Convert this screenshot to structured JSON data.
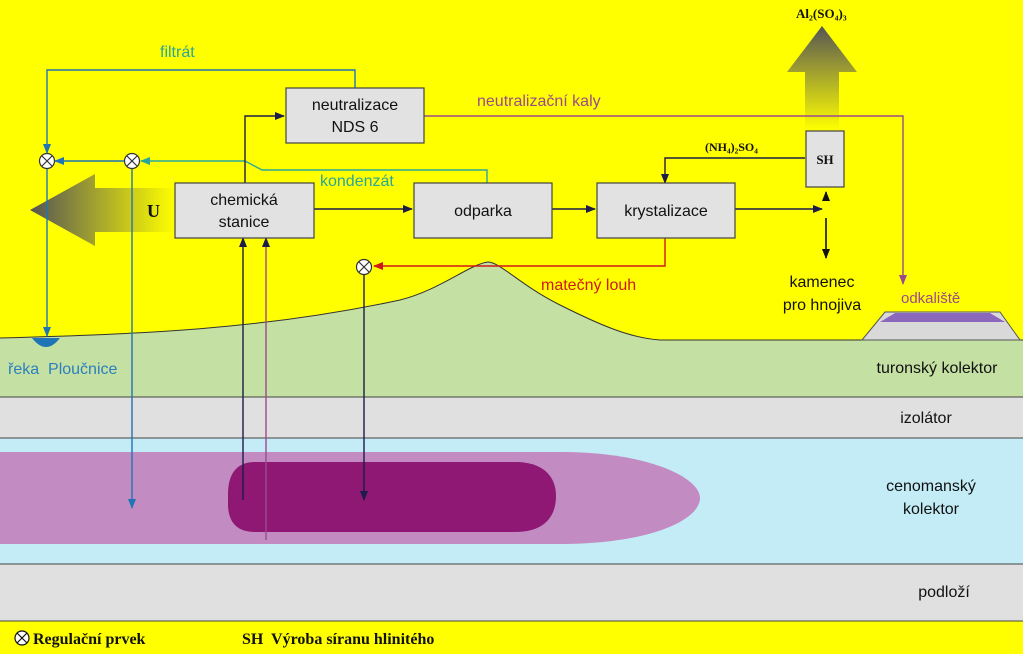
{
  "processes": {
    "neutralization_line1": "neutralizace",
    "neutralization_line2": "NDS 6",
    "chemical_station_line1": "chemická",
    "chemical_station_line2": "stanice",
    "evaporator": "odparka",
    "crystallization": "krystalizace",
    "sh": "SH"
  },
  "flows": {
    "filtrate": "filtrát",
    "neutralization_sludge": "neutralizační kaly",
    "condensate": "kondenzát",
    "mother_liquor": "matečný louh",
    "ammonium_sulfate": "(NH₄)₂SO₄",
    "aluminium_sulfate": "Al₂(SO₄)₃",
    "uranium": "U",
    "alum_line1": "kamenec",
    "alum_line2": "pro hnojiva",
    "tailings": "odkaliště",
    "river": "řeka  Ploučnice"
  },
  "layers": {
    "turonian": "turonský kolektor",
    "insulator": "izolátor",
    "cenomanian_line1": "cenomanský",
    "cenomanian_line2": "kolektor",
    "basement": "podloží"
  },
  "legend": {
    "regulator": "Regulační prvek",
    "sh_desc": "SH  Výroba síranu hlinitého"
  },
  "colors": {
    "background": "#ffff00",
    "turonian": "#c4e0a2",
    "insulator": "#e0e0e0",
    "cenomanian": "#c4ecf6",
    "plume_outer": "#c28cc2",
    "plume_inner": "#8e1874",
    "flow_blue": "#1f74b6",
    "flow_teal": "#2ba79a",
    "flow_red": "#d01818",
    "flow_purple": "#9c4a8e",
    "flow_dark": "#1c1c48"
  }
}
